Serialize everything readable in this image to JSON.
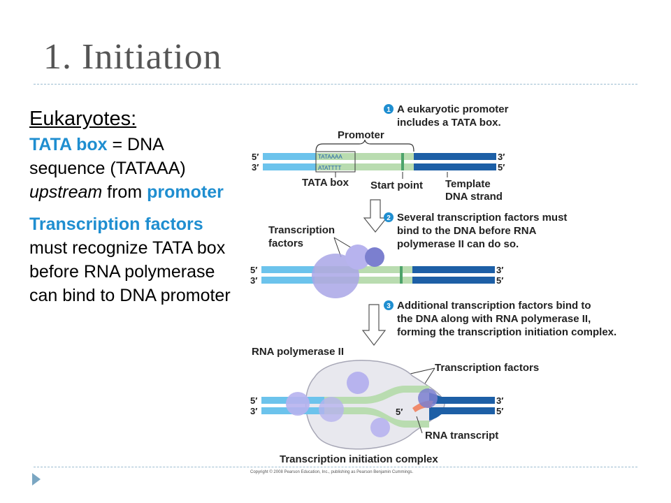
{
  "slide": {
    "title": "1. Initiation",
    "heading": "Eukaryotes:",
    "para1": {
      "term": "TATA box",
      "text1": " = DNA sequence (TATAAA) ",
      "italic": "upstream",
      "text2": " from ",
      "term2": "promoter"
    },
    "para2": {
      "term": "Transcription factors",
      "text": " must recognize TATA box before RNA polymerase can bind to DNA promoter"
    }
  },
  "diagram": {
    "step1_num": "1",
    "step1_line1": "A eukaryotic promoter",
    "step1_line2": "includes a TATA box.",
    "step2_num": "2",
    "step2_line1": "Several transcription factors must",
    "step2_line2": "bind to the DNA before RNA",
    "step2_line3": "polymerase II can do so.",
    "step3_num": "3",
    "step3_line1": "Additional transcription factors bind to",
    "step3_line2": "the DNA along with RNA polymerase II,",
    "step3_line3": "forming the transcription initiation complex.",
    "promoter": "Promoter",
    "tata_top": "TATAAAA",
    "tata_bottom": "ATATTTT",
    "tata_box": "TATA box",
    "start_point": "Start point",
    "template1": "Template",
    "template2": "DNA strand",
    "tf1": "Transcription",
    "tf2": "factors",
    "rna_pol": "RNA polymerase II",
    "tf_label": "Transcription factors",
    "five_prime": "5′",
    "three_prime": "3′",
    "rna_transcript": "RNA transcript",
    "complex": "Transcription initiation complex",
    "copyright": "Copyright © 2008 Pearson Education, Inc., publishing as Pearson Benjamin Cummings."
  },
  "colors": {
    "accent_blue": "#1f8ed0",
    "dna_light": "#6cc3ec",
    "dna_dark": "#1d5fa6",
    "promoter_green": "#b9dcb0",
    "tf_purple": "#8a8fd6",
    "rna_salmon": "#f08a6c"
  }
}
